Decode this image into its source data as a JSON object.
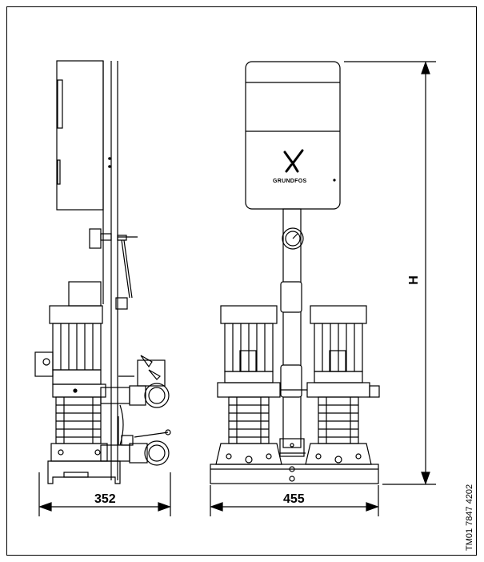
{
  "dimensions": {
    "side_width": "352",
    "front_width": "455",
    "height_label": "H"
  },
  "brand": {
    "name": "GRUNDFOS"
  },
  "drawing_code": "TM01 7847 4202"
}
